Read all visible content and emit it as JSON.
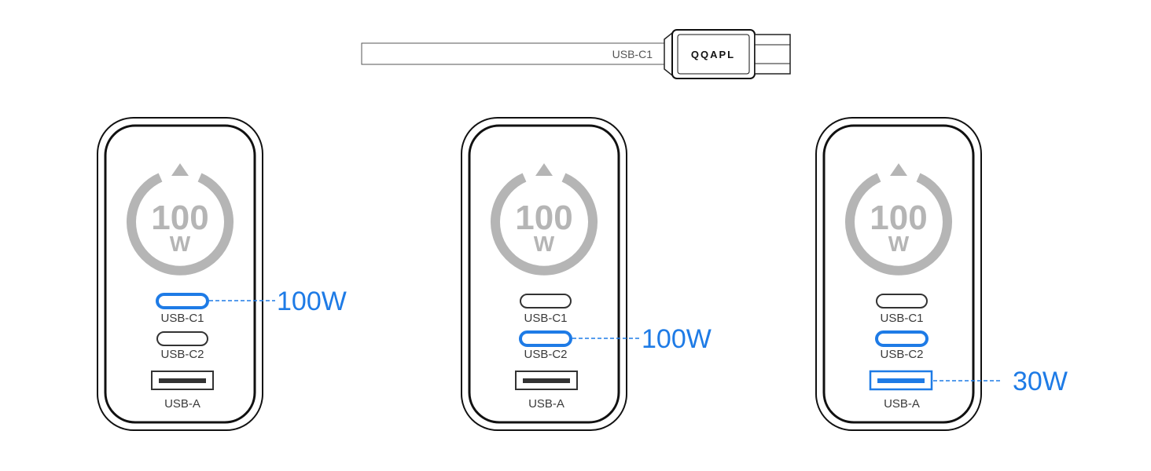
{
  "cable": {
    "label": "USB-C1",
    "brand": "QQAPL"
  },
  "colors": {
    "highlight": "#1e7be6",
    "outline": "#111111",
    "ring": "#b5b5b5",
    "port": "#333333"
  },
  "chargers": [
    {
      "ring": {
        "number": "100",
        "unit": "W"
      },
      "ports": [
        "USB-C1",
        "USB-C2",
        "USB-A"
      ],
      "active_port": 0,
      "output": "100W"
    },
    {
      "ring": {
        "number": "100",
        "unit": "W"
      },
      "ports": [
        "USB-C1",
        "USB-C2",
        "USB-A"
      ],
      "active_port": 1,
      "output": "100W"
    },
    {
      "ring": {
        "number": "100",
        "unit": "W"
      },
      "ports": [
        "USB-C1",
        "USB-C2",
        "USB-A"
      ],
      "active_port": 2,
      "output": "30W"
    }
  ]
}
